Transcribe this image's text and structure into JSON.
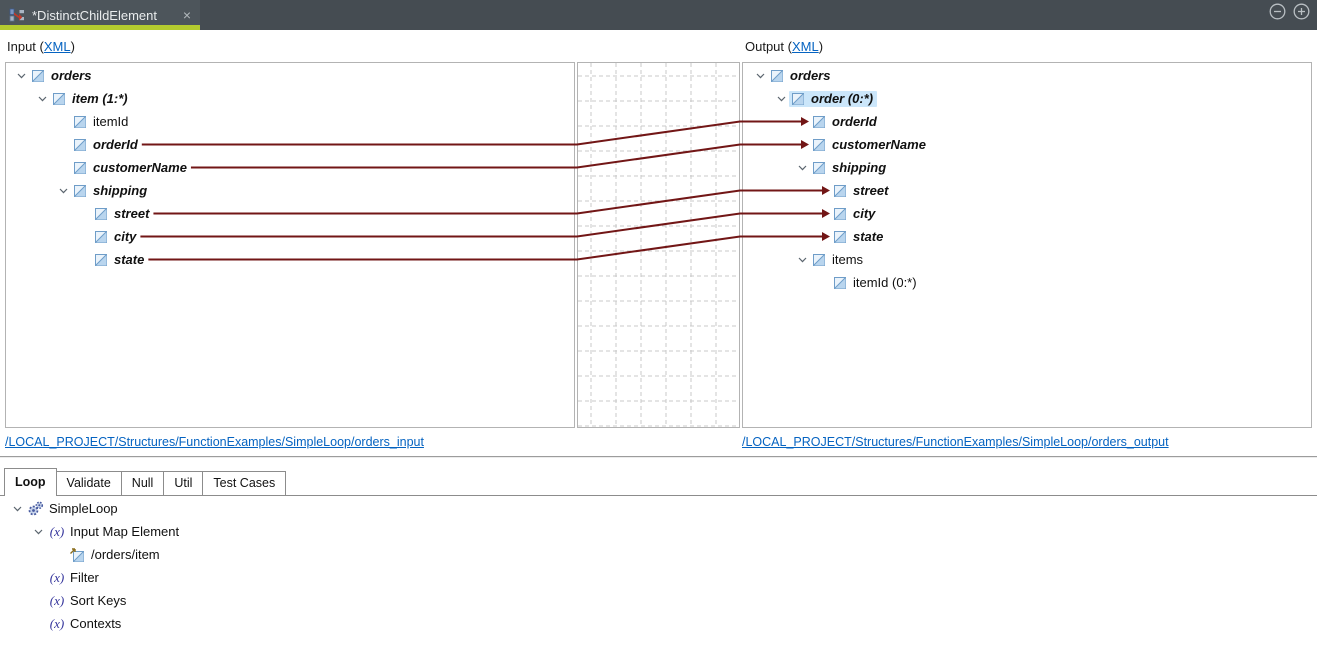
{
  "window": {
    "tab_title": "*DistinctChildElement",
    "close_glyph": "×"
  },
  "header": {
    "input_prefix": "Input (",
    "input_link": "XML",
    "input_suffix": ")",
    "output_prefix": "Output (",
    "output_link": "XML",
    "output_suffix": ")"
  },
  "input_tree": [
    {
      "key": "in-orders",
      "label": "orders",
      "depth": 0,
      "style": "mapped",
      "expander": true
    },
    {
      "key": "in-item",
      "label": "item (1:*)",
      "depth": 1,
      "style": "mapped",
      "expander": true
    },
    {
      "key": "in-itemid",
      "label": "itemId",
      "depth": 2,
      "style": "plain",
      "expander": false
    },
    {
      "key": "in-orderid",
      "label": "orderId",
      "depth": 2,
      "style": "mapped",
      "expander": false
    },
    {
      "key": "in-customername",
      "label": "customerName",
      "depth": 2,
      "style": "mapped",
      "expander": false
    },
    {
      "key": "in-shipping",
      "label": "shipping",
      "depth": 2,
      "style": "mapped",
      "expander": true
    },
    {
      "key": "in-street",
      "label": "street",
      "depth": 3,
      "style": "mapped",
      "expander": false
    },
    {
      "key": "in-city",
      "label": "city",
      "depth": 3,
      "style": "mapped",
      "expander": false
    },
    {
      "key": "in-state",
      "label": "state",
      "depth": 3,
      "style": "mapped",
      "expander": false
    }
  ],
  "output_tree": [
    {
      "key": "out-orders",
      "label": "orders",
      "depth": 0,
      "style": "mapped",
      "expander": true
    },
    {
      "key": "out-order",
      "label": "order (0:*)",
      "depth": 1,
      "style": "mapped",
      "expander": true,
      "selected": true
    },
    {
      "key": "out-orderid",
      "label": "orderId",
      "depth": 2,
      "style": "mapped",
      "expander": false
    },
    {
      "key": "out-customername",
      "label": "customerName",
      "depth": 2,
      "style": "mapped",
      "expander": false
    },
    {
      "key": "out-shipping",
      "label": "shipping",
      "depth": 2,
      "style": "mapped",
      "expander": true
    },
    {
      "key": "out-street",
      "label": "street",
      "depth": 3,
      "style": "mapped",
      "expander": false
    },
    {
      "key": "out-city",
      "label": "city",
      "depth": 3,
      "style": "mapped",
      "expander": false
    },
    {
      "key": "out-state",
      "label": "state",
      "depth": 3,
      "style": "mapped",
      "expander": false
    },
    {
      "key": "out-items",
      "label": "items",
      "depth": 2,
      "style": "plain",
      "expander": true
    },
    {
      "key": "out-itemid",
      "label": "itemId (0:*)",
      "depth": 3,
      "style": "plain",
      "expander": false
    }
  ],
  "mappings": [
    {
      "from": "in-orderid",
      "to": "out-orderid"
    },
    {
      "from": "in-customername",
      "to": "out-customername"
    },
    {
      "from": "in-street",
      "to": "out-street"
    },
    {
      "from": "in-city",
      "to": "out-city"
    },
    {
      "from": "in-state",
      "to": "out-state"
    }
  ],
  "links": {
    "input": "/LOCAL_PROJECT/Structures/FunctionExamples/SimpleLoop/orders_input",
    "output": "/LOCAL_PROJECT/Structures/FunctionExamples/SimpleLoop/orders_output"
  },
  "bottom_tabs": {
    "active_index": 0,
    "items": [
      "Loop",
      "Validate",
      "Null",
      "Util",
      "Test Cases"
    ]
  },
  "function_tree": [
    {
      "label": "SimpleLoop",
      "depth": 0,
      "icon": "map-gears-icon",
      "expander": true
    },
    {
      "label": "Input Map Element",
      "depth": 1,
      "icon": "fx-icon",
      "expander": true
    },
    {
      "label": "/orders/item",
      "depth": 2,
      "icon": "element-ref-icon",
      "expander": false
    },
    {
      "label": "Filter",
      "depth": 1,
      "icon": "fx-icon",
      "expander": false
    },
    {
      "label": "Sort Keys",
      "depth": 1,
      "icon": "fx-icon",
      "expander": false
    },
    {
      "label": "Contexts",
      "depth": 1,
      "icon": "fx-icon",
      "expander": false
    }
  ],
  "colors": {
    "accent_green": "#b4cb2f",
    "mapping_line": "#721616",
    "link_blue": "#0563c1",
    "selection_blue": "#cbe6fa",
    "tab_bar_bg": "#454c52"
  }
}
